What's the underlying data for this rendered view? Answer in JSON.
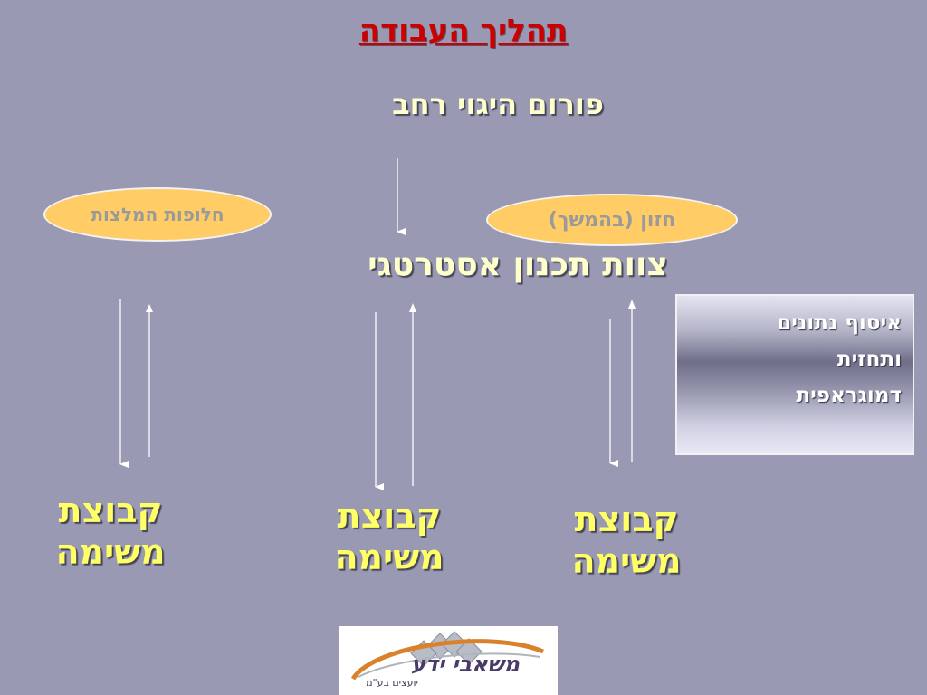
{
  "slide": {
    "title": "תהליך העבודה",
    "forum": "פורום היגוי רחב",
    "oval_recommendations": "חלופות  המלצות",
    "oval_vision": "חזון (בהמשך)",
    "strategic_team": "צוות תכנון אסטרטגי",
    "data_box_lines": [
      "איסוף נתונים",
      "ותחזית",
      "דמוגראפית"
    ],
    "task_groups": [
      {
        "line1": "קבוצת",
        "line2": "משימה"
      },
      {
        "line1": "קבוצת",
        "line2": "משימה"
      },
      {
        "line1": "קבוצת",
        "line2": "משימה"
      }
    ],
    "logo": {
      "name": "משאבי ידע",
      "subtitle": "יועצים בע\"מ"
    }
  },
  "colors": {
    "background": "#9999b3",
    "title": "#cc0000",
    "heading": "#ffffcc",
    "group": "#ffff66",
    "oval_fill": "#ffcc66"
  }
}
